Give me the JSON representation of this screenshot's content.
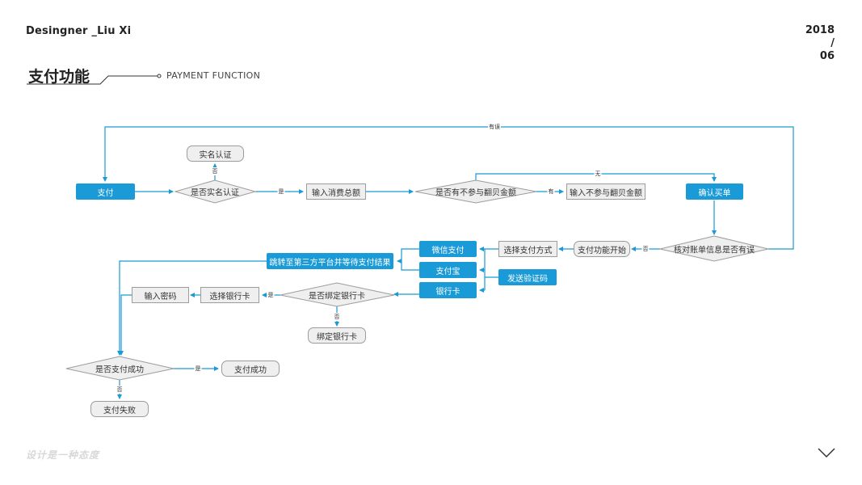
{
  "header": {
    "designer": "Desingner _Liu Xi",
    "year": "2018",
    "slash": "/",
    "month": "06",
    "title": "支付功能",
    "subtitle": "PAYMENT FUNCTION"
  },
  "footer": {
    "slogan": "设计是一种态度"
  },
  "colors": {
    "accent": "#1a9ad6",
    "line": "#1a9ad6",
    "grey_fill": "#efefef",
    "grey_border": "#9c9c9c"
  },
  "nodes": {
    "pay": "支付",
    "is_real_name": "是否实名认证",
    "real_name_auth": "实名认证",
    "input_total": "输入消费总额",
    "has_excluded": "是否有不参与翻贝金额",
    "input_excluded": "输入不参与翻贝金额",
    "confirm_bill": "确认买单",
    "check_account": "核对账单信息是否有误",
    "pay_start": "支付功能开始",
    "choose_method": "选择支付方式",
    "wechat": "微信支付",
    "alipay": "支付宝",
    "bank_card": "银行卡",
    "send_code": "发送验证码",
    "jump_third": "跳转至第三方平台并等待支付结果",
    "is_bound": "是否绑定银行卡",
    "bind_card": "绑定银行卡",
    "choose_card": "选择银行卡",
    "input_pwd": "输入密码",
    "is_success": "是否支付成功",
    "pay_success": "支付成功",
    "pay_fail": "支付失败"
  },
  "edge_labels": {
    "has_error": "有误",
    "none": "无",
    "has": "有",
    "yes_real_name": "是",
    "no_real_name": "否",
    "no_check": "否",
    "yes_bound": "是",
    "no_bound": "否",
    "yes_success": "是",
    "no_success": "否"
  },
  "icons": {
    "bottom_chevron": "chevron-down-icon"
  }
}
